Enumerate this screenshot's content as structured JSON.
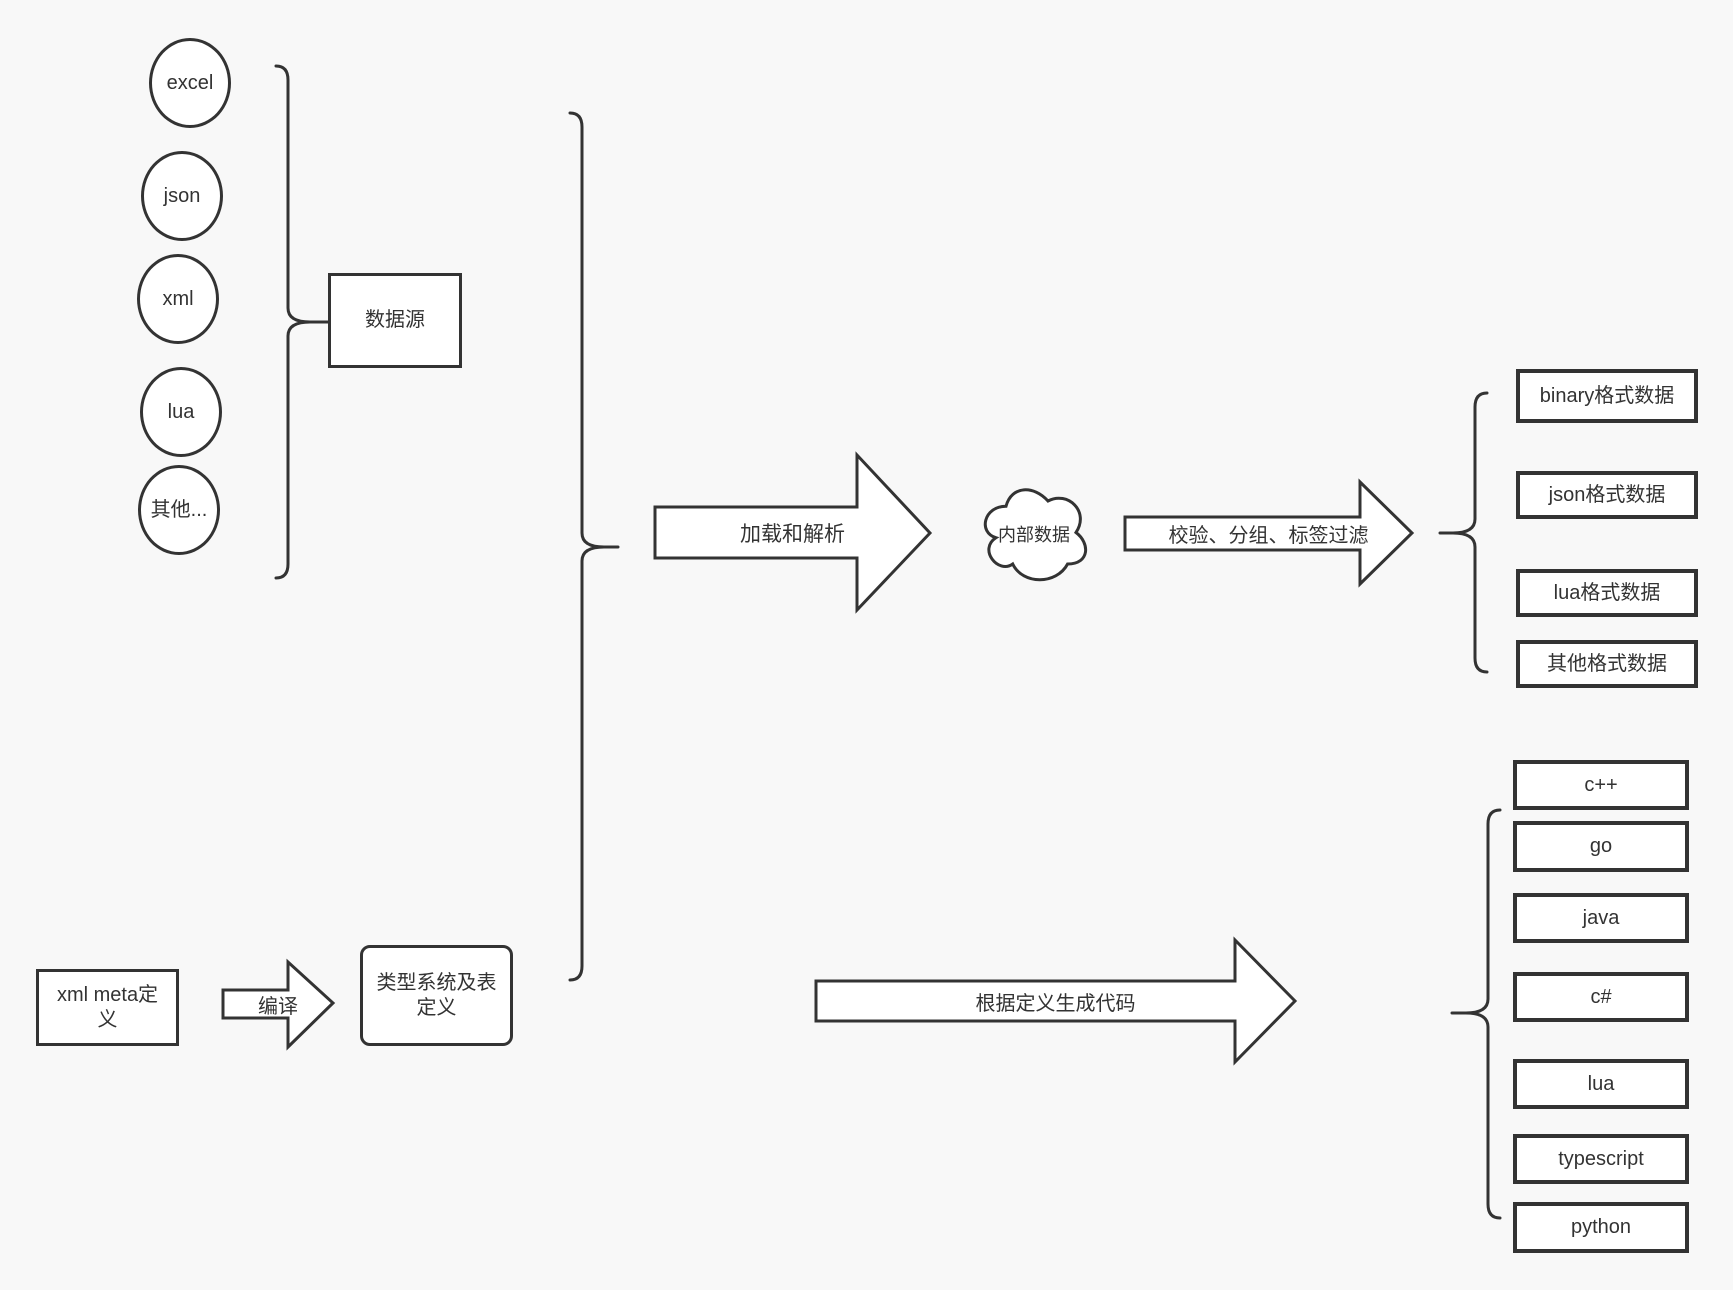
{
  "diagram": {
    "background_color": "#f8f8f8",
    "stroke_color": "#333333",
    "shape_fill_color": "#ffffff",
    "text_color": "#333333"
  },
  "sources": {
    "group_label": "数据源",
    "items": [
      {
        "label": "excel"
      },
      {
        "label": "json"
      },
      {
        "label": "xml"
      },
      {
        "label": "lua"
      },
      {
        "label": "其他..."
      }
    ]
  },
  "pipeline": {
    "load_arrow_label": "加载和解析",
    "internal_data_label": "内部数据",
    "filter_arrow_label": "校验、分组、标签过滤",
    "compile_arrow_label": "编译",
    "generate_arrow_label": "根据定义生成代码"
  },
  "definitions": {
    "xml_meta_label": "xml meta定义",
    "xml_meta_lines": [
      "xml meta定",
      "义"
    ],
    "type_system_label": "类型系统及表定义",
    "type_system_lines": [
      "类型系统及表",
      "定义"
    ]
  },
  "data_outputs": [
    {
      "label": "binary格式数据"
    },
    {
      "label": "json格式数据"
    },
    {
      "label": "lua格式数据"
    },
    {
      "label": "其他格式数据"
    }
  ],
  "code_outputs": [
    {
      "label": "c++"
    },
    {
      "label": "go"
    },
    {
      "label": "java"
    },
    {
      "label": "c#"
    },
    {
      "label": "lua"
    },
    {
      "label": "typescript"
    },
    {
      "label": "python"
    }
  ]
}
